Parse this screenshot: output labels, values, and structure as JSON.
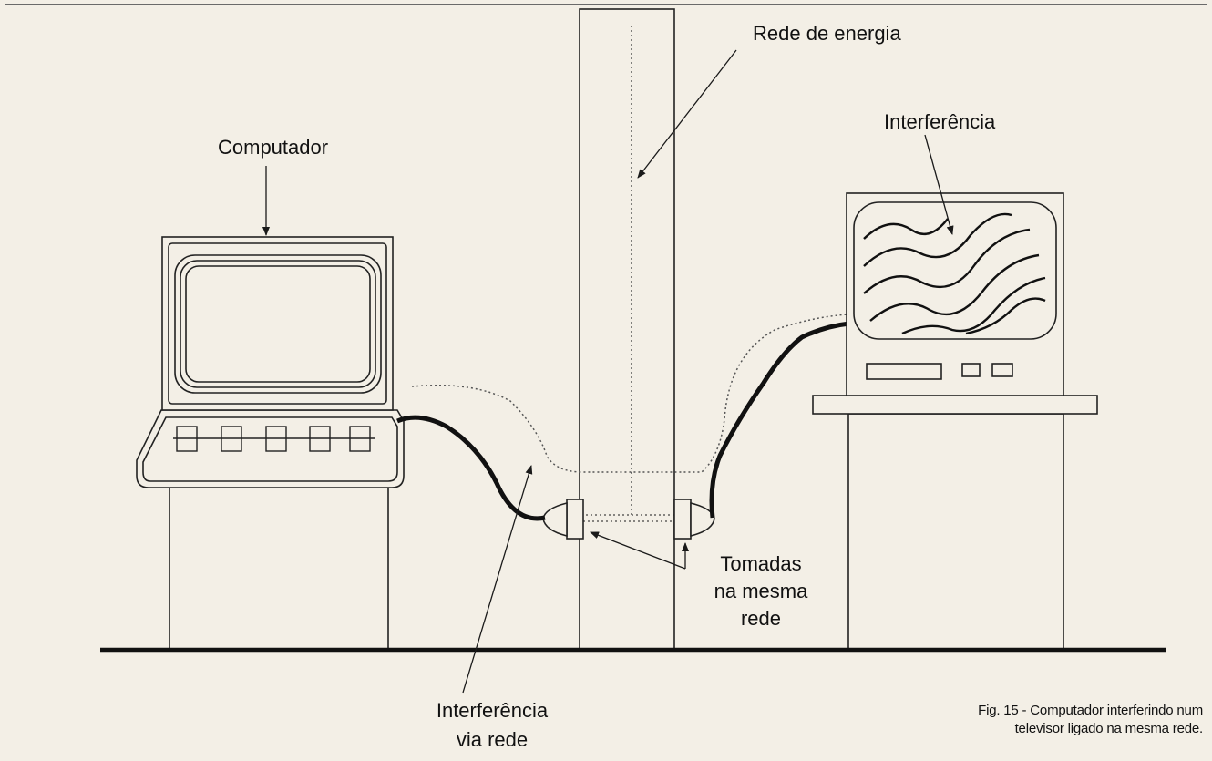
{
  "labels": {
    "power_grid": "Rede de energia",
    "computer": "Computador",
    "interference_tv": "Interferência",
    "outlets_line1": "Tomadas",
    "outlets_line2": "na mesma",
    "outlets_line3": "rede",
    "interference_net_line1": "Interferência",
    "interference_net_line2": "via rede"
  },
  "caption": {
    "line1": "Fig. 15 - Computador interferindo num",
    "line2": "televisor ligado na mesma rede."
  },
  "colors": {
    "background": "#f3efe6",
    "ink": "#1a1a1a"
  }
}
